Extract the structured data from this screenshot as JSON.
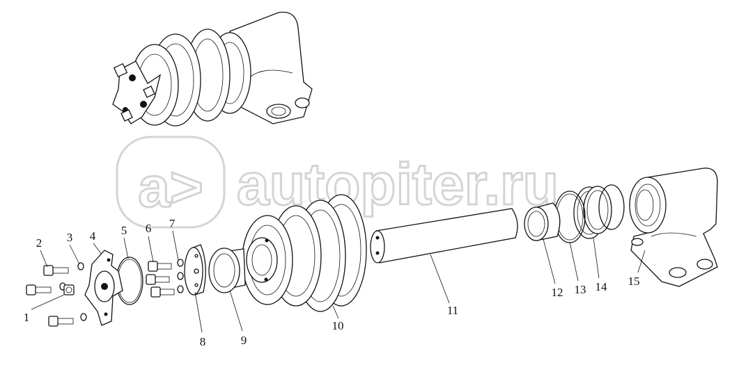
{
  "watermark": {
    "icon_text": "a>",
    "text": "autopiter.ru"
  },
  "callouts": {
    "c1": "1",
    "c2": "2",
    "c3": "3",
    "c4": "4",
    "c5": "5",
    "c6": "6",
    "c7": "7",
    "c8": "8",
    "c9": "9",
    "c10": "10",
    "c11": "11",
    "c12": "12",
    "c13": "13",
    "c14": "14",
    "c15": "15"
  },
  "colors": {
    "line": "#111111",
    "watermark": "#d4d4d4"
  }
}
